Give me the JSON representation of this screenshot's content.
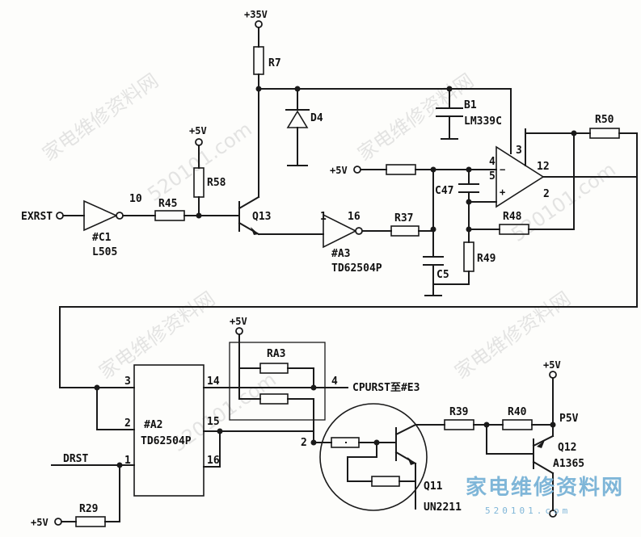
{
  "watermark": {
    "text_cn": "家电维修资料网",
    "text_num": "520101.com"
  },
  "logo": {
    "title": "家电维修资料网",
    "url": "520101.com"
  },
  "components": {
    "supply_35v": "+35V",
    "supply_5v_a": "+5V",
    "supply_5v_b": "+5V",
    "supply_5v_c": "+5V",
    "supply_5v_d": "+5V",
    "supply_5v_e": "+5V",
    "r7": "R7",
    "d4": "D4",
    "b1": "B1",
    "lm339c": "LM339C",
    "r50": "R50",
    "r58": "R58",
    "r45": "R45",
    "q13": "Q13",
    "c1": "#C1",
    "l505": "L505",
    "exrst": "EXRST",
    "pin10": "10",
    "a3": "#A3",
    "td62504p_a3": "TD62504P",
    "pin1": "1",
    "pin16_a3": "16",
    "r37": "R37",
    "c47": "C47",
    "c5": "C5",
    "r48": "R48",
    "r49": "R49",
    "pin4": "4",
    "pin5": "5",
    "pin3": "3",
    "pin12": "12",
    "pin2_op": "2",
    "a2": "#A2",
    "td62504p_a2": "TD62504P",
    "pin3_a2": "3",
    "pin2_a2": "2",
    "pin1_a2": "1",
    "pin14": "14",
    "pin15": "15",
    "pin16_a2": "16",
    "drst": "DRST",
    "r29": "R29",
    "ra3": "RA3",
    "pin4_ra": "4",
    "cpurst": "CPURST至#E3",
    "pin2_q11": "2",
    "q11": "Q11",
    "un2211": "UN2211",
    "r39": "R39",
    "r40": "R40",
    "p5v": "P5V",
    "q12": "Q12",
    "a1365": "A1365"
  }
}
